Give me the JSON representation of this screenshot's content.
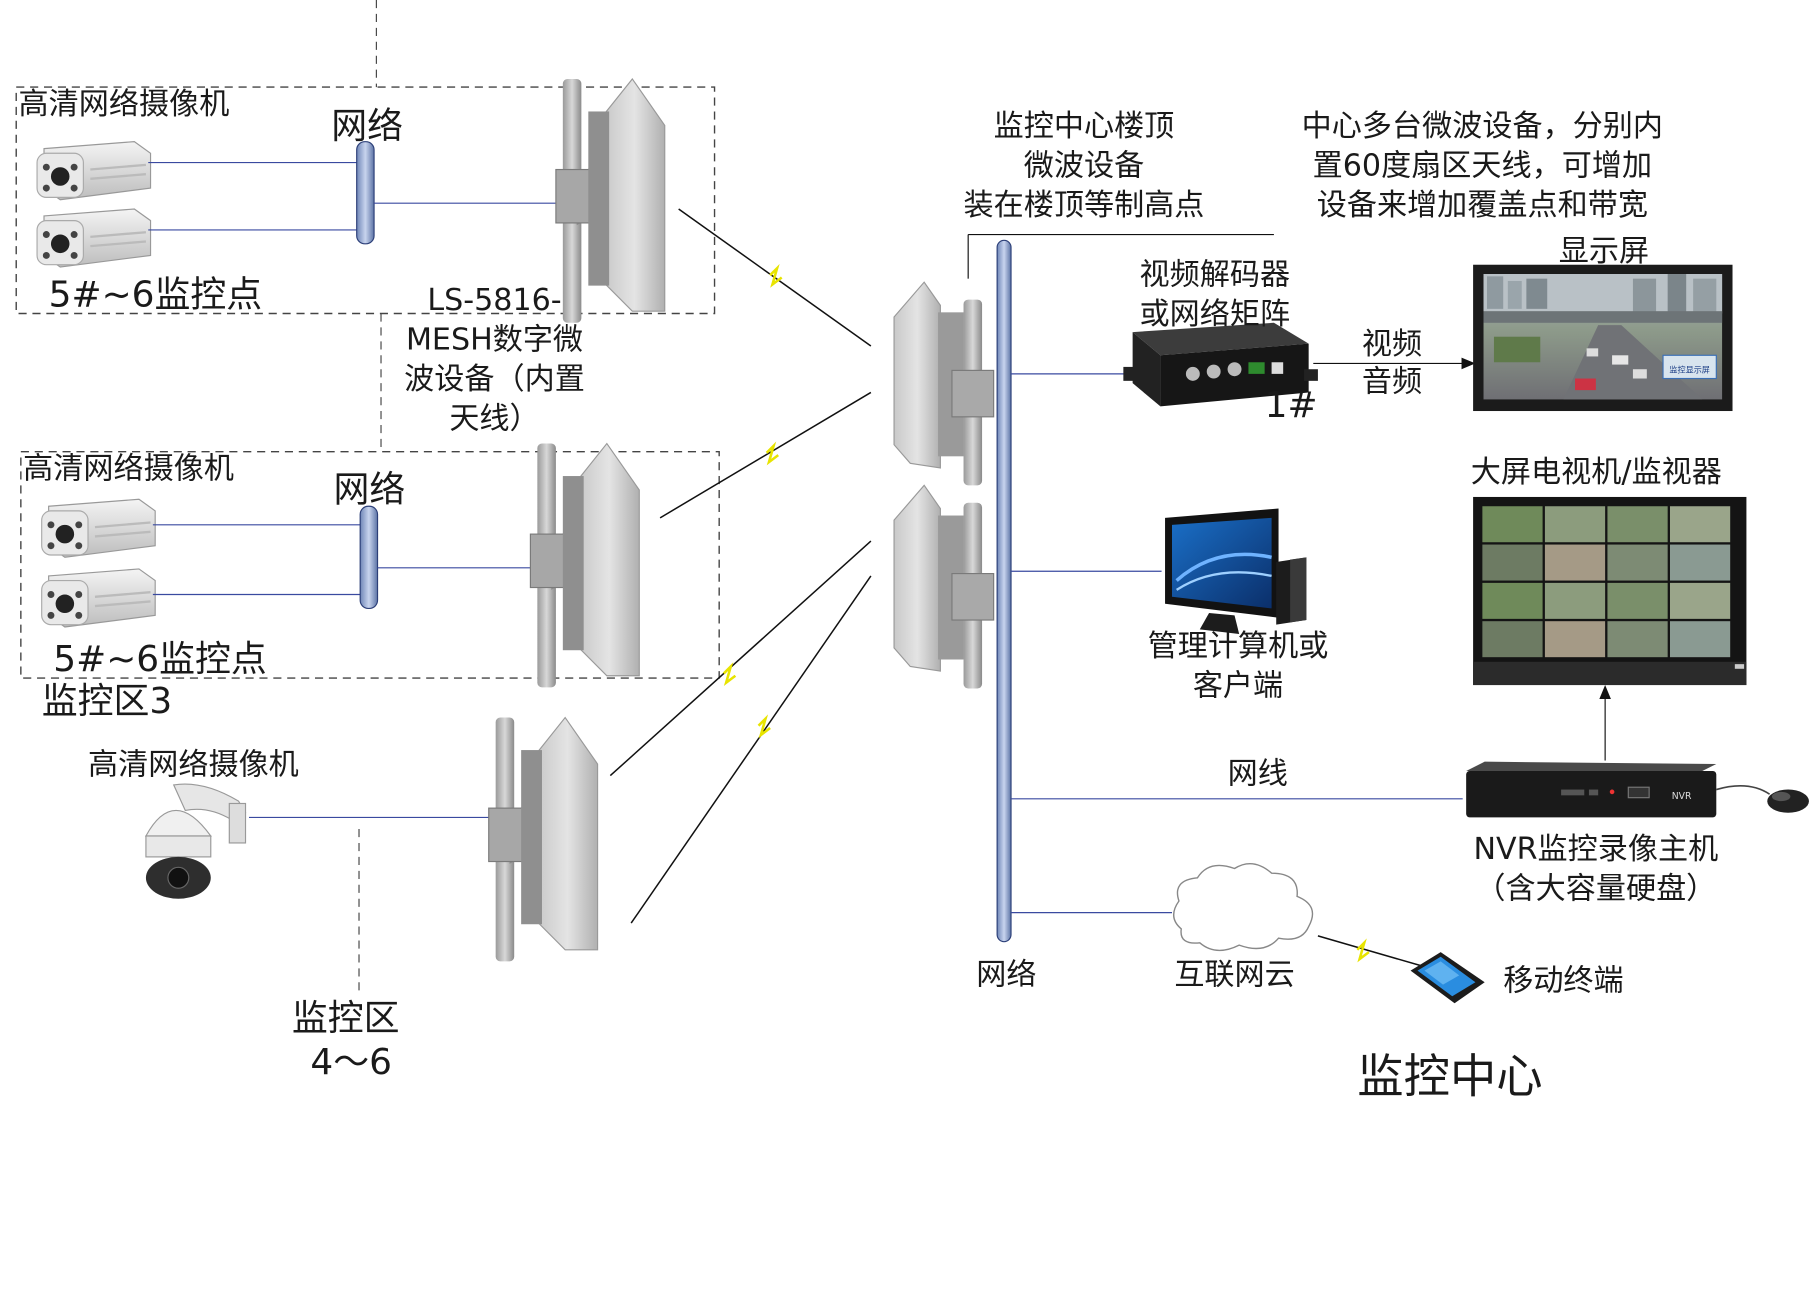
{
  "area_top": {
    "camera_label": "高清网络摄像机",
    "switch_label": "网络",
    "points_label": "5#~6监控点"
  },
  "area_middle": {
    "camera_label": "高清网络摄像机",
    "switch_label": "网络",
    "points_label": "5#~6监控点",
    "zone_label": "监控区3"
  },
  "area_bottom": {
    "camera_label": "高清网络摄像机",
    "zone_label_line1": "监控区",
    "zone_label_line2": "4～6"
  },
  "device_note": {
    "line1": "LS-5816-",
    "line2": "MESH数字微",
    "line3": "波设备（内置",
    "line4": "天线）"
  },
  "center_roof": {
    "line1": "监控中心楼顶",
    "line2": "微波设备",
    "line3": "装在楼顶等制高点"
  },
  "center_note": {
    "line1": "中心多台微波设备，分别内",
    "line2": "置60度扇区天线，可增加",
    "line3": "设备来增加覆盖点和带宽"
  },
  "decoder": {
    "line1": "视频解码器",
    "line2": "或网络矩阵",
    "tag": "1#",
    "out_line1": "视频",
    "out_line2": "音频"
  },
  "display": {
    "label": "显示屏",
    "bus_sign": "监控显示屏"
  },
  "big_tv": {
    "label": "大屏电视机/监视器"
  },
  "computer": {
    "line1": "管理计算机或",
    "line2": "客户端"
  },
  "nvr": {
    "cable_label": "网线",
    "line1": "NVR监控录像主机",
    "line2": "（含大容量硬盘）",
    "badge": "NVR"
  },
  "cloud": {
    "label": "互联网云"
  },
  "mobile": {
    "label": "移动终端"
  },
  "backbone": {
    "label": "网络"
  },
  "footer": {
    "title": "监控中心"
  }
}
